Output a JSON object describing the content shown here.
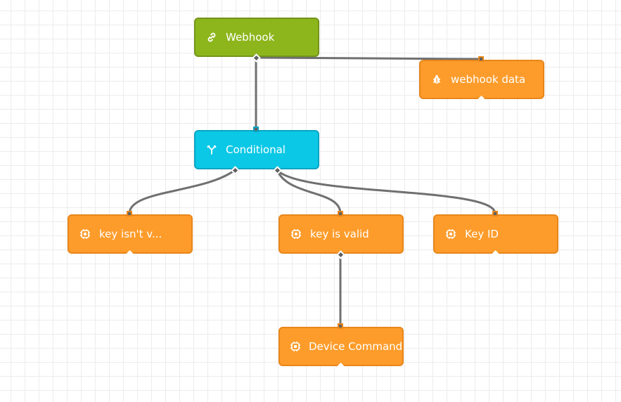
{
  "colors": {
    "trigger": "#8db61c",
    "logic": "#0bc8e6",
    "action": "#fd9c2b",
    "wire": "#707070",
    "grid": "#ececec"
  },
  "nodes": {
    "webhook": {
      "label": "Webhook",
      "icon": "link-icon",
      "kind": "trigger"
    },
    "webhook_data": {
      "label": "webhook data",
      "icon": "bug-icon",
      "kind": "action"
    },
    "conditional": {
      "label": "Conditional",
      "icon": "branch-icon",
      "kind": "logic"
    },
    "key_invalid": {
      "label": "key isn't v...",
      "icon": "chip-gear-icon",
      "kind": "action"
    },
    "key_valid": {
      "label": "key is valid",
      "icon": "chip-gear-icon",
      "kind": "action"
    },
    "key_id": {
      "label": "Key ID",
      "icon": "chip-gear-icon",
      "kind": "action"
    },
    "device_command": {
      "label": "Device Command",
      "icon": "chip-command-icon",
      "kind": "action"
    }
  },
  "connections": [
    {
      "from": "webhook",
      "to": "webhook_data"
    },
    {
      "from": "webhook",
      "to": "conditional"
    },
    {
      "from": "conditional",
      "to": "key_invalid",
      "branch": "false"
    },
    {
      "from": "conditional",
      "to": "key_valid",
      "branch": "true"
    },
    {
      "from": "conditional",
      "to": "key_id",
      "branch": "true"
    },
    {
      "from": "key_valid",
      "to": "device_command"
    }
  ]
}
